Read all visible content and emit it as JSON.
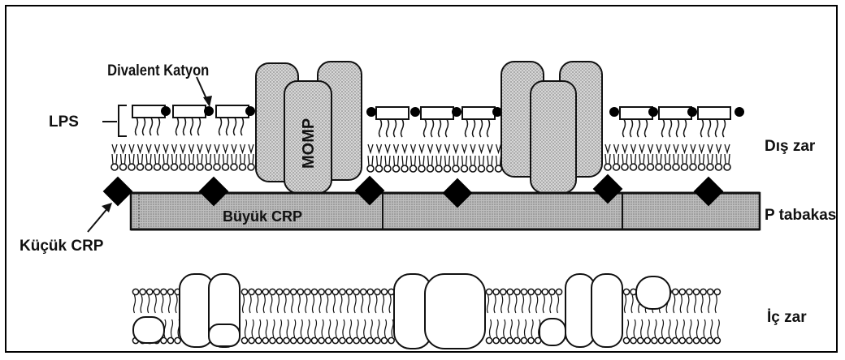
{
  "labels": {
    "divalent_katyon": "Divalent Katyon",
    "lps": "LPS",
    "momp": "MOMP",
    "buyuk_crp": "Büyük CRP",
    "kucuk_crp": "Küçük CRP",
    "dis_zar": "Dış zar",
    "p_tabakasi": "P tabakası",
    "ic_zar": "İç zar"
  },
  "colors": {
    "line": "#111111",
    "protein_fill": "#c9c9c9",
    "p_layer_fill": "#b8b8b8",
    "crp_fill": "#000000",
    "background": "#ffffff"
  }
}
